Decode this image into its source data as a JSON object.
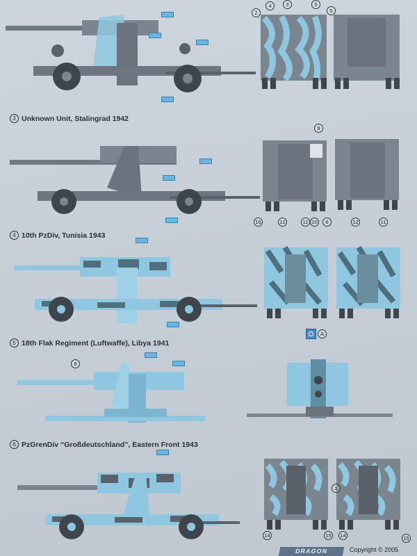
{
  "captions": [
    {
      "num": "3",
      "text": "Unknown Unit, Stalingrad 1942"
    },
    {
      "num": "4",
      "text": "10th PzDiv, Tunisia 1943"
    },
    {
      "num": "5",
      "text": "18th Flak Regiment (Luftwaffe), Libya 1941"
    },
    {
      "num": "6",
      "text": "PzGrenDiv “Großdeutschland”, Eastern Front 1943"
    }
  ],
  "callouts": {
    "top": [
      "2",
      "4",
      "3",
      "5",
      "5"
    ],
    "sec3": [
      "9",
      "16",
      "12",
      "11",
      "10",
      "6",
      "12",
      "11"
    ],
    "sec4": [
      "A"
    ],
    "sec5": [
      "8"
    ],
    "sec6": [
      "1",
      "14",
      "15",
      "14",
      "15"
    ]
  },
  "footer": {
    "logo": "DRAGON",
    "copyright": "Copyright © 2005"
  },
  "colors": {
    "grey": "#7b8590",
    "dark_grey": "#59626b",
    "camo_blue": "#8ec7df",
    "camo_dark": "#4f6f7f",
    "wheel": "#3e454c"
  }
}
